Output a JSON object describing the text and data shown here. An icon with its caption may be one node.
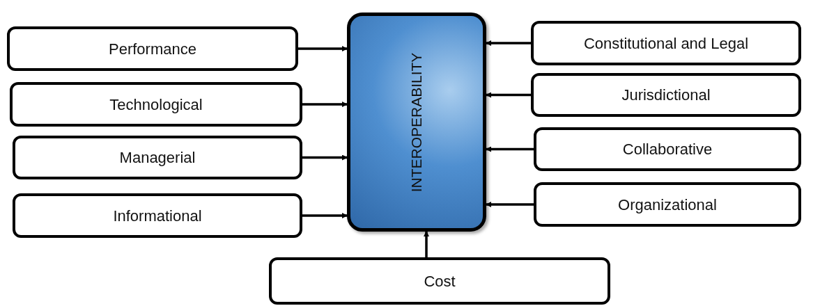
{
  "diagram": {
    "nodes": [
      {
        "text": [
          "Performance"
        ]
      },
      {
        "text": [
          "Technological"
        ]
      },
      {
        "text": [
          "Managerial"
        ]
      },
      {
        "text": [
          "Informational"
        ]
      },
      {
        "text": [
          "INTEROPERABILITY"
        ]
      },
      {
        "text": [
          "Constitutional and Legal"
        ]
      },
      {
        "text": [
          "Jurisdictional"
        ]
      },
      {
        "text": [
          "Collaborative"
        ]
      },
      {
        "text": [
          "Organizational"
        ]
      },
      {
        "text": [
          "Cost"
        ]
      }
    ],
    "edges": [
      {
        "from": 0,
        "to": 4,
        "arrow": "to"
      },
      {
        "from": 1,
        "to": 4,
        "arrow": "to"
      },
      {
        "from": 2,
        "to": 4,
        "arrow": "to"
      },
      {
        "from": 3,
        "to": 4,
        "arrow": "to"
      },
      {
        "from": 5,
        "to": 4,
        "arrow": "to"
      },
      {
        "from": 6,
        "to": 4,
        "arrow": "to"
      },
      {
        "from": 7,
        "to": 4,
        "arrow": "to"
      },
      {
        "from": 8,
        "to": 4,
        "arrow": "to"
      },
      {
        "from": 9,
        "to": 4,
        "arrow": "to"
      }
    ]
  }
}
